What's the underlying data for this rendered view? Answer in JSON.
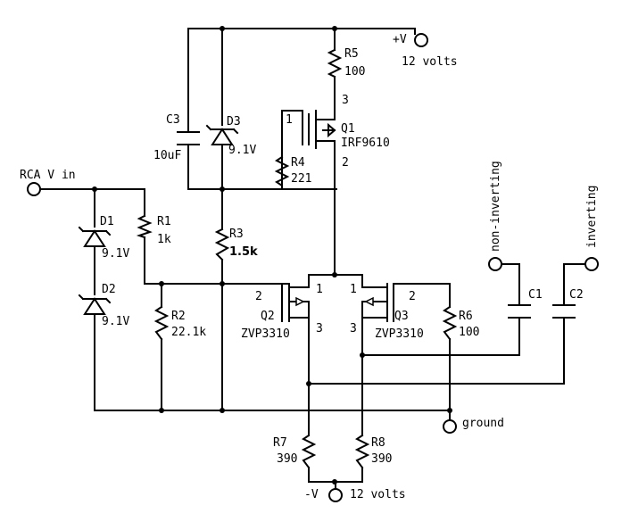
{
  "terminals": {
    "rca_in": "RCA V in",
    "plus_v": "+V",
    "plus_v_value": "12 volts",
    "minus_v": "-V",
    "minus_v_value": "12 volts",
    "ground": "ground",
    "non_inverting": "non-inverting",
    "inverting": "inverting"
  },
  "components": {
    "r1": {
      "ref": "R1",
      "value": "1k"
    },
    "r2": {
      "ref": "R2",
      "value": "22.1k"
    },
    "r3": {
      "ref": "R3",
      "value": "1.5k"
    },
    "r4": {
      "ref": "R4",
      "value": "221"
    },
    "r5": {
      "ref": "R5",
      "value": "100"
    },
    "r6": {
      "ref": "R6",
      "value": "100"
    },
    "r7": {
      "ref": "R7",
      "value": "390"
    },
    "r8": {
      "ref": "R8",
      "value": "390"
    },
    "c1": {
      "ref": "C1"
    },
    "c2": {
      "ref": "C2"
    },
    "c3": {
      "ref": "C3",
      "value": "10uF"
    },
    "d1": {
      "ref": "D1",
      "value": "9.1V"
    },
    "d2": {
      "ref": "D2",
      "value": "9.1V"
    },
    "d3": {
      "ref": "D3",
      "value": "9.1V"
    },
    "q1": {
      "ref": "Q1",
      "part": "IRF9610",
      "pin_gate": "1",
      "pin_drain": "2",
      "pin_source": "3"
    },
    "q2": {
      "ref": "Q2",
      "part": "ZVP3310",
      "pin_gate": "2",
      "pin_source": "1",
      "pin_drain": "3"
    },
    "q3": {
      "ref": "Q3",
      "part": "ZVP3310",
      "pin_gate": "2",
      "pin_source": "1",
      "pin_drain": "3"
    }
  }
}
